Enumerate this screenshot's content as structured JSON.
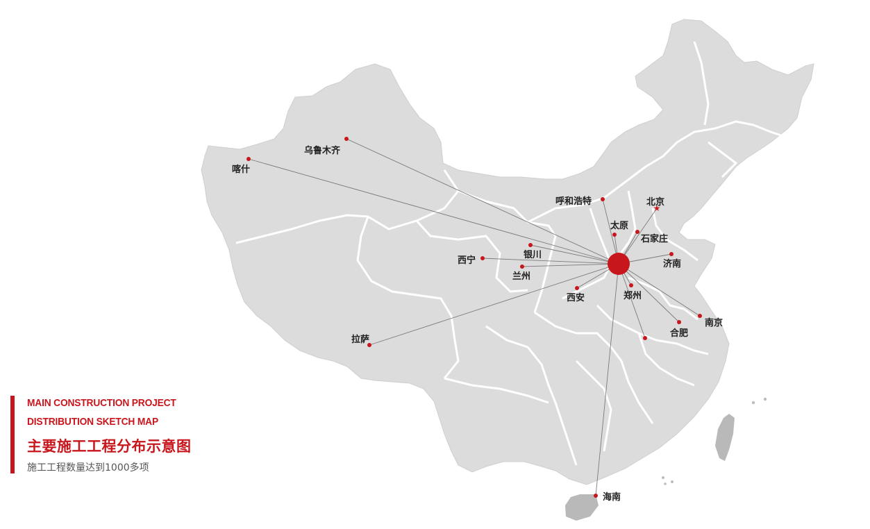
{
  "legend": {
    "title_en_line1": "MAIN CONSTRUCTION PROJECT",
    "title_en_line2": "DISTRIBUTION  SKETCH MAP",
    "title_zh": "主要施工工程分布示意图",
    "subtitle": "施工工程数量达到1000多项"
  },
  "colors": {
    "accent": "#c8161d",
    "land": "#dcdcdc",
    "border": "#ffffff",
    "line": "#7a7a7a",
    "island": "#b9b9b9"
  },
  "hub_icon": "red-circle-hub",
  "capital_icon": "star-icon",
  "cities": [
    {
      "id": "wulumuqi",
      "name": "乌鲁木齐"
    },
    {
      "id": "kashi",
      "name": "喀什"
    },
    {
      "id": "huhehaote",
      "name": "呼和浩特"
    },
    {
      "id": "beijing",
      "name": "北京",
      "capital": true
    },
    {
      "id": "taiyuan",
      "name": "太原"
    },
    {
      "id": "shijiazhuang",
      "name": "石家庄"
    },
    {
      "id": "yinchuan",
      "name": "银川"
    },
    {
      "id": "xining",
      "name": "西宁"
    },
    {
      "id": "lanzhou",
      "name": "兰州"
    },
    {
      "id": "jinan",
      "name": "济南"
    },
    {
      "id": "xian",
      "name": "西安"
    },
    {
      "id": "zhengzhou",
      "name": "郑州"
    },
    {
      "id": "nanjing",
      "name": "南京"
    },
    {
      "id": "hefei",
      "name": "合肥"
    },
    {
      "id": "lasa",
      "name": "拉萨"
    },
    {
      "id": "haikou",
      "name": "海南"
    }
  ]
}
